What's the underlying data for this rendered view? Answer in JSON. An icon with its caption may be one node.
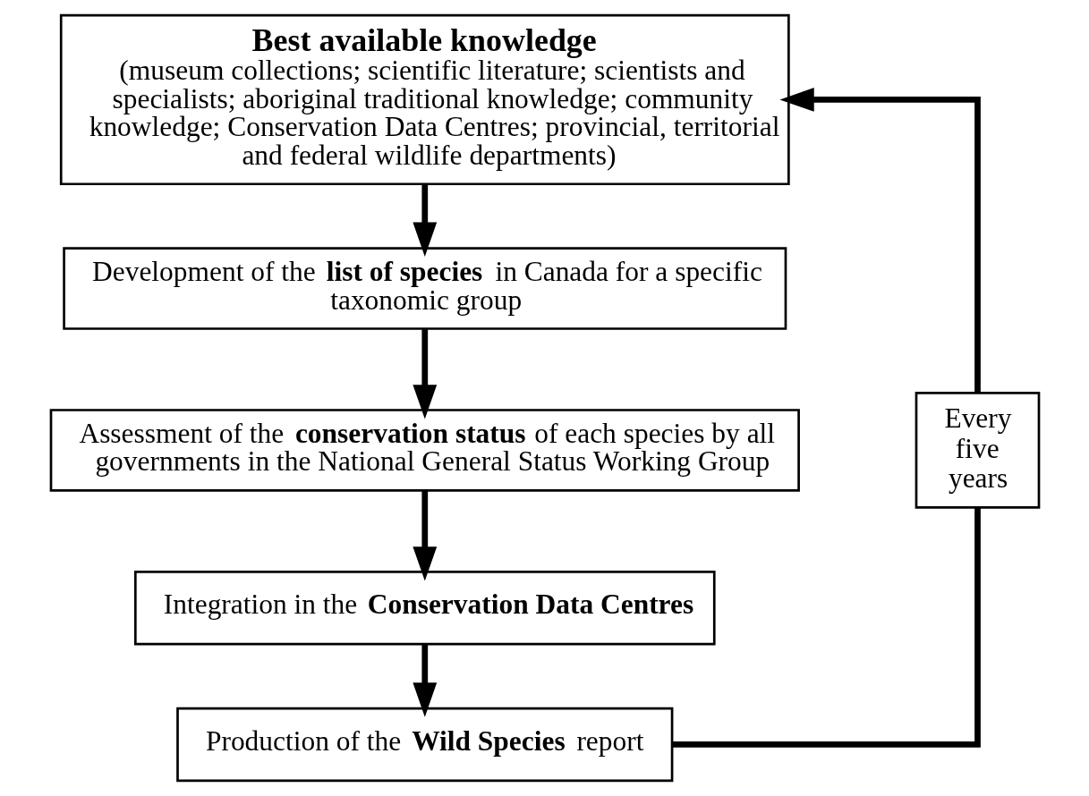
{
  "diagram": {
    "nodes": [
      {
        "text": [
          "Best available knowledge",
          "(museum collections; scientific literature; scientists and specialists; aboriginal traditional knowledge; community knowledge; Conservation Data Centres; provincial, territorial and federal wildlife departments)"
        ]
      },
      {
        "text": [
          "Development of the **list of species** in Canada for a specific taxonomic group"
        ]
      },
      {
        "text": [
          "Assessment of the **conservation status** of each species by all governments in the National General Status Working Group"
        ]
      },
      {
        "text": [
          "Integration in the **Conservation Data Centres**"
        ]
      },
      {
        "text": [
          "Production of the **Wild Species** report"
        ]
      },
      {
        "text": [
          "Every five years"
        ]
      }
    ],
    "edges": [
      {
        "from": 0,
        "to": 1,
        "arrow": "to"
      },
      {
        "from": 1,
        "to": 2,
        "arrow": "to"
      },
      {
        "from": 2,
        "to": 3,
        "arrow": "to"
      },
      {
        "from": 3,
        "to": 4,
        "arrow": "to"
      },
      {
        "from": 4,
        "to": 5,
        "arrow": "none"
      },
      {
        "from": 5,
        "to": 0,
        "arrow": "to"
      }
    ]
  }
}
